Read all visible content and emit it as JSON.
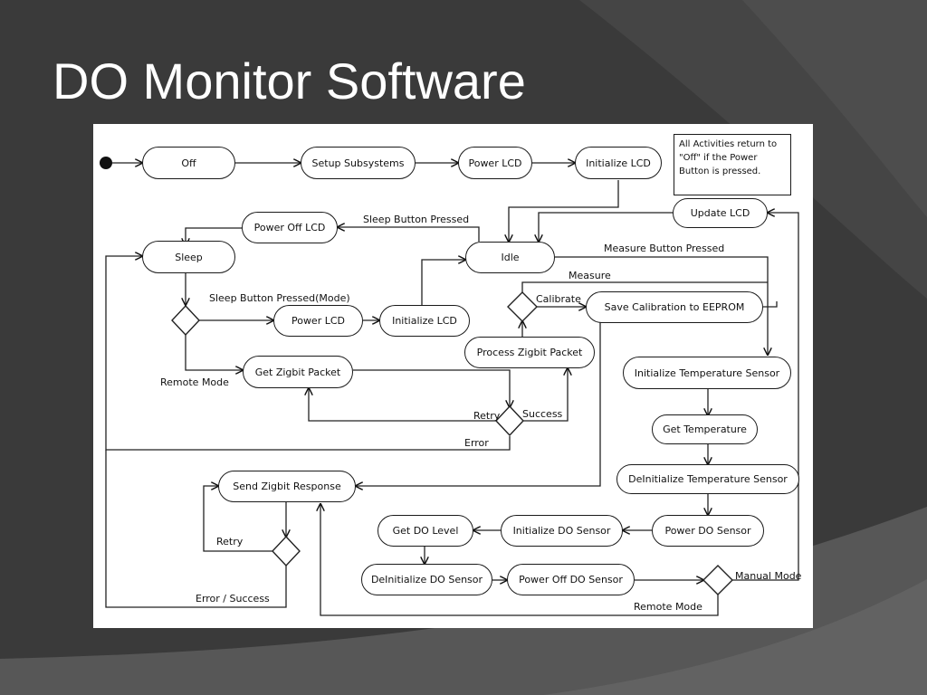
{
  "slide": {
    "title": "DO Monitor Software"
  },
  "diagram": {
    "nodes": {
      "off": "Off",
      "setup": "Setup Subsystems",
      "power_lcd_top": "Power LCD",
      "init_lcd_top": "Initialize LCD",
      "update_lcd": "Update LCD",
      "power_off_lcd": "Power Off LCD",
      "sleep": "Sleep",
      "idle": "Idle",
      "power_lcd_mid": "Power LCD",
      "init_lcd_mid": "Initialize LCD",
      "save_cal": "Save Calibration to EEPROM",
      "process_zigbit": "Process Zigbit Packet",
      "get_zigbit": "Get Zigbit Packet",
      "init_temp": "Initialize Temperature Sensor",
      "get_temp": "Get Temperature",
      "deinit_temp": "DeInitialize Temperature Sensor",
      "send_zigbit": "Send Zigbit Response",
      "get_do": "Get DO Level",
      "init_do": "Initialize DO Sensor",
      "power_do": "Power DO Sensor",
      "deinit_do": "DeInitialize DO Sensor",
      "power_off_do": "Power Off DO Sensor"
    },
    "note": {
      "line1": "All Activities return to",
      "line2": "\"Off\" if the Power",
      "line3": "Button is pressed."
    },
    "labels": {
      "sleep_button_pressed": "Sleep Button Pressed",
      "measure_button_pressed": "Measure Button Pressed",
      "measure": "Measure",
      "calibrate": "Calibrate",
      "sleep_button_mode": "Sleep Button Pressed(Mode)",
      "remote_mode_left": "Remote Mode",
      "retry_mid": "Retry",
      "success": "Success",
      "error": "Error",
      "retry_low": "Retry",
      "error_success": "Error / Success",
      "manual_mode": "Manual Mode",
      "remote_mode_bottom": "Remote Mode"
    }
  }
}
